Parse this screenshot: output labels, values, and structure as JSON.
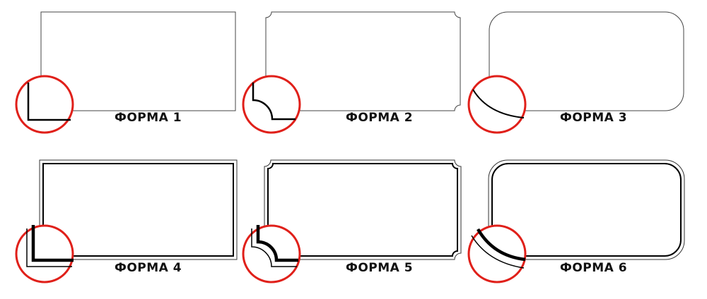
{
  "shapes": [
    {
      "id": 1,
      "label": "ФОРМА 1",
      "corner": "square",
      "double": false
    },
    {
      "id": 2,
      "label": "ФОРМА 2",
      "corner": "notched",
      "double": false
    },
    {
      "id": 3,
      "label": "ФОРМА 3",
      "corner": "rounded",
      "double": false
    },
    {
      "id": 4,
      "label": "ФОРМА 4",
      "corner": "square",
      "double": true
    },
    {
      "id": 5,
      "label": "ФОРМА 5",
      "corner": "notched",
      "double": true
    },
    {
      "id": 6,
      "label": "ФОРМА 6",
      "corner": "rounded",
      "double": true
    }
  ],
  "colors": {
    "frame": "#444444",
    "zoom_ring": "#e0201a",
    "label": "#111111",
    "detail": "#000000"
  }
}
